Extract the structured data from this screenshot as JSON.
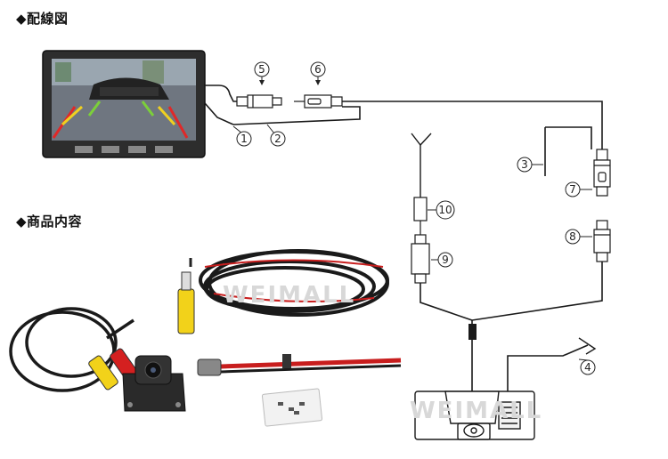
{
  "sections": {
    "wiring_title": "◆配線図",
    "contents_title": "◆商品内容"
  },
  "callouts": [
    "1",
    "2",
    "3",
    "4",
    "5",
    "6",
    "7",
    "8",
    "9",
    "10"
  ],
  "watermark": "WEIMALL",
  "colors": {
    "wire": "#1a1a1a",
    "video_yellow": "#f2d21a",
    "power_red": "#d42020",
    "monitor_body": "#2d2d2d"
  },
  "icons": [
    "monitor-illustration",
    "rca-connector-icon",
    "antenna-icon",
    "camera-illustration",
    "screw-bag-illustration"
  ]
}
